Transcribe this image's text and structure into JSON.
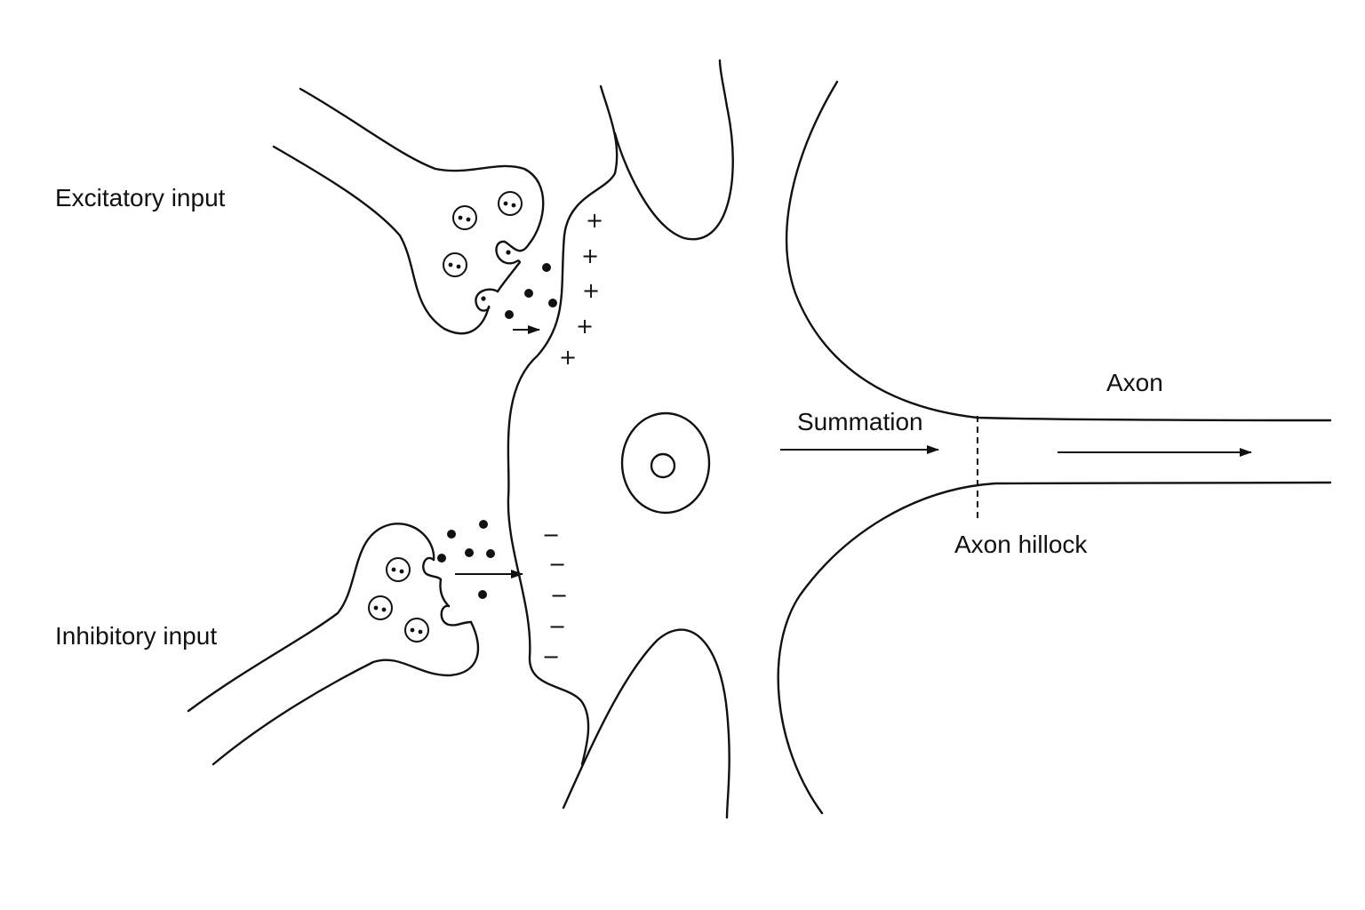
{
  "labels": {
    "excitatory": "Excitatory input",
    "inhibitory": "Inhibitory input",
    "summation": "Summation",
    "axon": "Axon",
    "axon_hillock": "Axon hillock"
  },
  "signs": {
    "excitatory": [
      "+",
      "+",
      "+",
      "+",
      "+"
    ],
    "inhibitory": [
      "−",
      "−",
      "−",
      "−",
      "−"
    ]
  },
  "colors": {
    "line": "#111111",
    "background": "#ffffff"
  }
}
